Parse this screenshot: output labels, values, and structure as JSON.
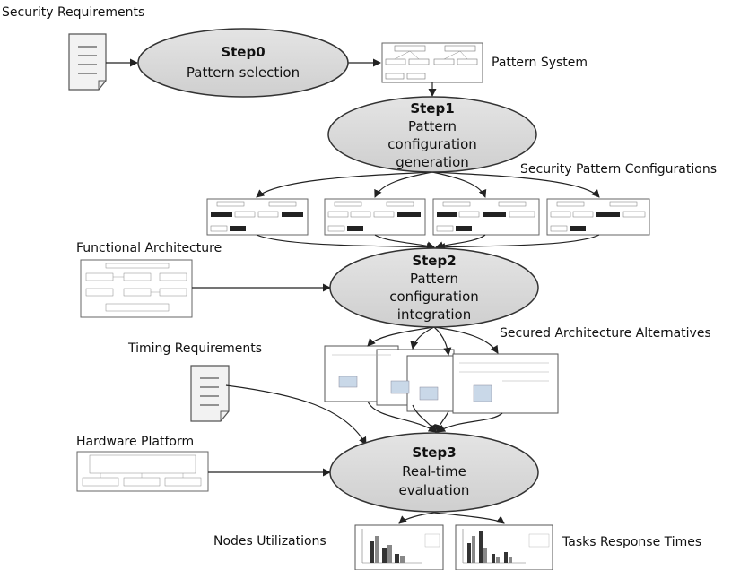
{
  "inputs": {
    "security_requirements": "Security Requirements",
    "functional_architecture": "Functional Architecture",
    "timing_requirements": "Timing Requirements",
    "hardware_platform": "Hardware Platform"
  },
  "outputs": {
    "pattern_system": "Pattern System",
    "security_pattern_configurations": "Security Pattern Configurations",
    "secured_architecture_alternatives": "Secured Architecture Alternatives",
    "nodes_utilizations": "Nodes Utilizations",
    "tasks_response_times": "Tasks Response Times"
  },
  "steps": [
    {
      "title": "Step0",
      "lines": [
        "Pattern selection"
      ]
    },
    {
      "title": "Step1",
      "lines": [
        "Pattern",
        "configuration",
        "generation"
      ]
    },
    {
      "title": "Step2",
      "lines": [
        "Pattern",
        "configuration",
        "integration"
      ]
    },
    {
      "title": "Step3",
      "lines": [
        "Real-time",
        "evaluation"
      ]
    }
  ],
  "colors": {
    "ellipse_fill": "#d9d9d9",
    "stroke": "#222222",
    "thumbnail_stroke": "#555555"
  }
}
